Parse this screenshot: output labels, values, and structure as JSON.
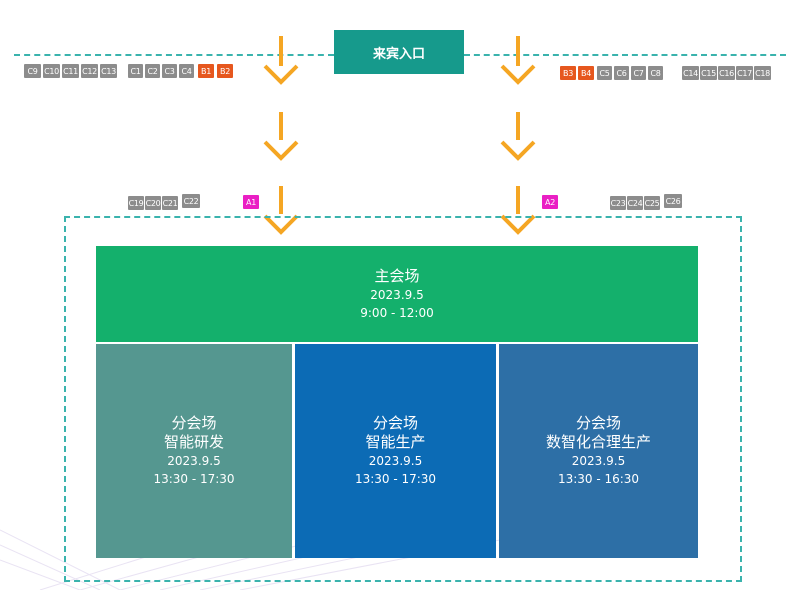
{
  "entrance": {
    "label": "来宾入口"
  },
  "booths": {
    "left_top": [
      "C9",
      "C10",
      "C11",
      "C12",
      "C13"
    ],
    "left_mid": [
      "C1",
      "C2",
      "C3",
      "C4"
    ],
    "left_b": [
      "B1",
      "B2"
    ],
    "right_b": [
      "B3",
      "B4"
    ],
    "right_mid": [
      "C5",
      "C6",
      "C7",
      "C8"
    ],
    "right_top": [
      "C14",
      "C15",
      "C16",
      "C17",
      "C18"
    ],
    "left_low": [
      "C19",
      "C20",
      "C21",
      "C22"
    ],
    "right_low": [
      "C23",
      "C24",
      "C25",
      "C26"
    ],
    "a_left": "A1",
    "a_right": "A2"
  },
  "main_hall": {
    "title": "主会场",
    "date": "2023.9.5",
    "time": "9:00 - 12:00"
  },
  "sub_halls": [
    {
      "title1": "分会场",
      "title2": "智能研发",
      "date": "2023.9.5",
      "time": "13:30 - 17:30"
    },
    {
      "title1": "分会场",
      "title2": "智能生产",
      "date": "2023.9.5",
      "time": "13:30 - 17:30"
    },
    {
      "title1": "分会场",
      "title2": "数智化合理生产",
      "date": "2023.9.5",
      "time": "13:30 - 16:30"
    }
  ],
  "colors": {
    "entrance": "#169a8c",
    "main_hall": "#14b06c",
    "sub_hall_1": "#559790",
    "sub_hall_2": "#0c6bb5",
    "sub_hall_3": "#2d6fa6",
    "booth_c": "#8c8c8c",
    "booth_b": "#e6571e",
    "booth_a": "#ea1fc4",
    "arrow": "#f5a623",
    "dashed_line": "#3ab3ad"
  },
  "icons": {
    "arrow": "chevron-down-icon"
  }
}
